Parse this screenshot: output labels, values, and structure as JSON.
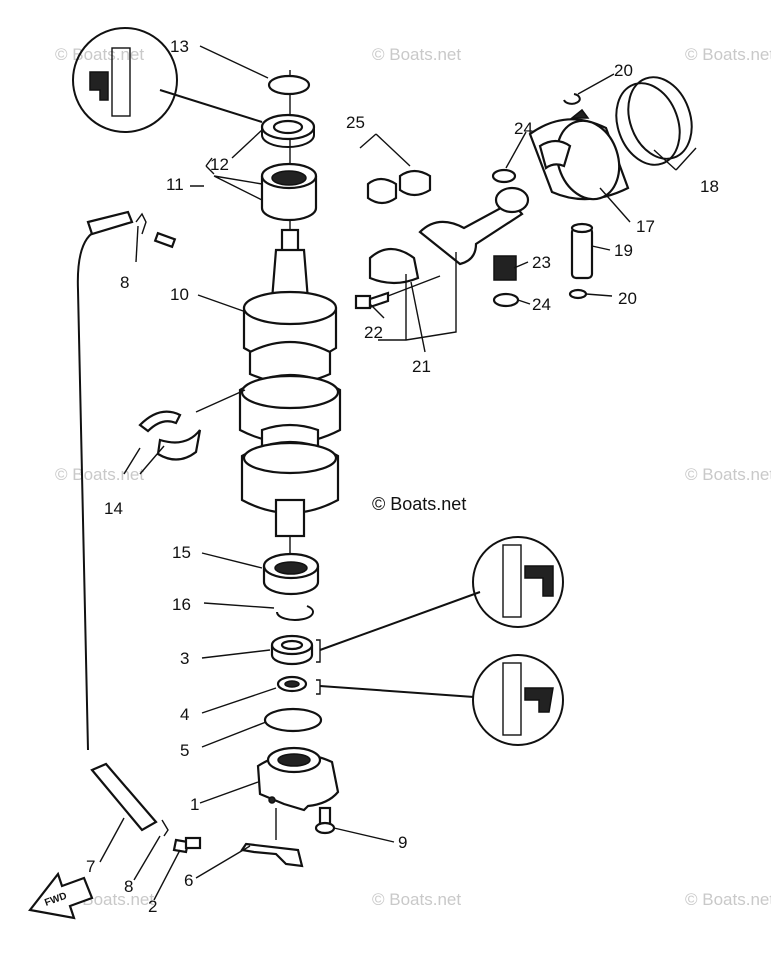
{
  "diagram": {
    "copyright": "© Boats.net",
    "watermark": "© Boats.net",
    "direction_label": "FWD",
    "callouts": {
      "c1": "1",
      "c2": "2",
      "c3": "3",
      "c4": "4",
      "c5": "5",
      "c6": "6",
      "c7": "7",
      "c8_top": "8",
      "c8_bottom": "8",
      "c9": "9",
      "c10": "10",
      "c11": "11",
      "c12": "12",
      "c13": "13",
      "c14": "14",
      "c15": "15",
      "c16": "16",
      "c17": "17",
      "c18": "18",
      "c19": "19",
      "c20_top": "20",
      "c20_bottom": "20",
      "c21": "21",
      "c22": "22",
      "c23": "23",
      "c24_top": "24",
      "c24_bottom": "24",
      "c25": "25"
    }
  }
}
